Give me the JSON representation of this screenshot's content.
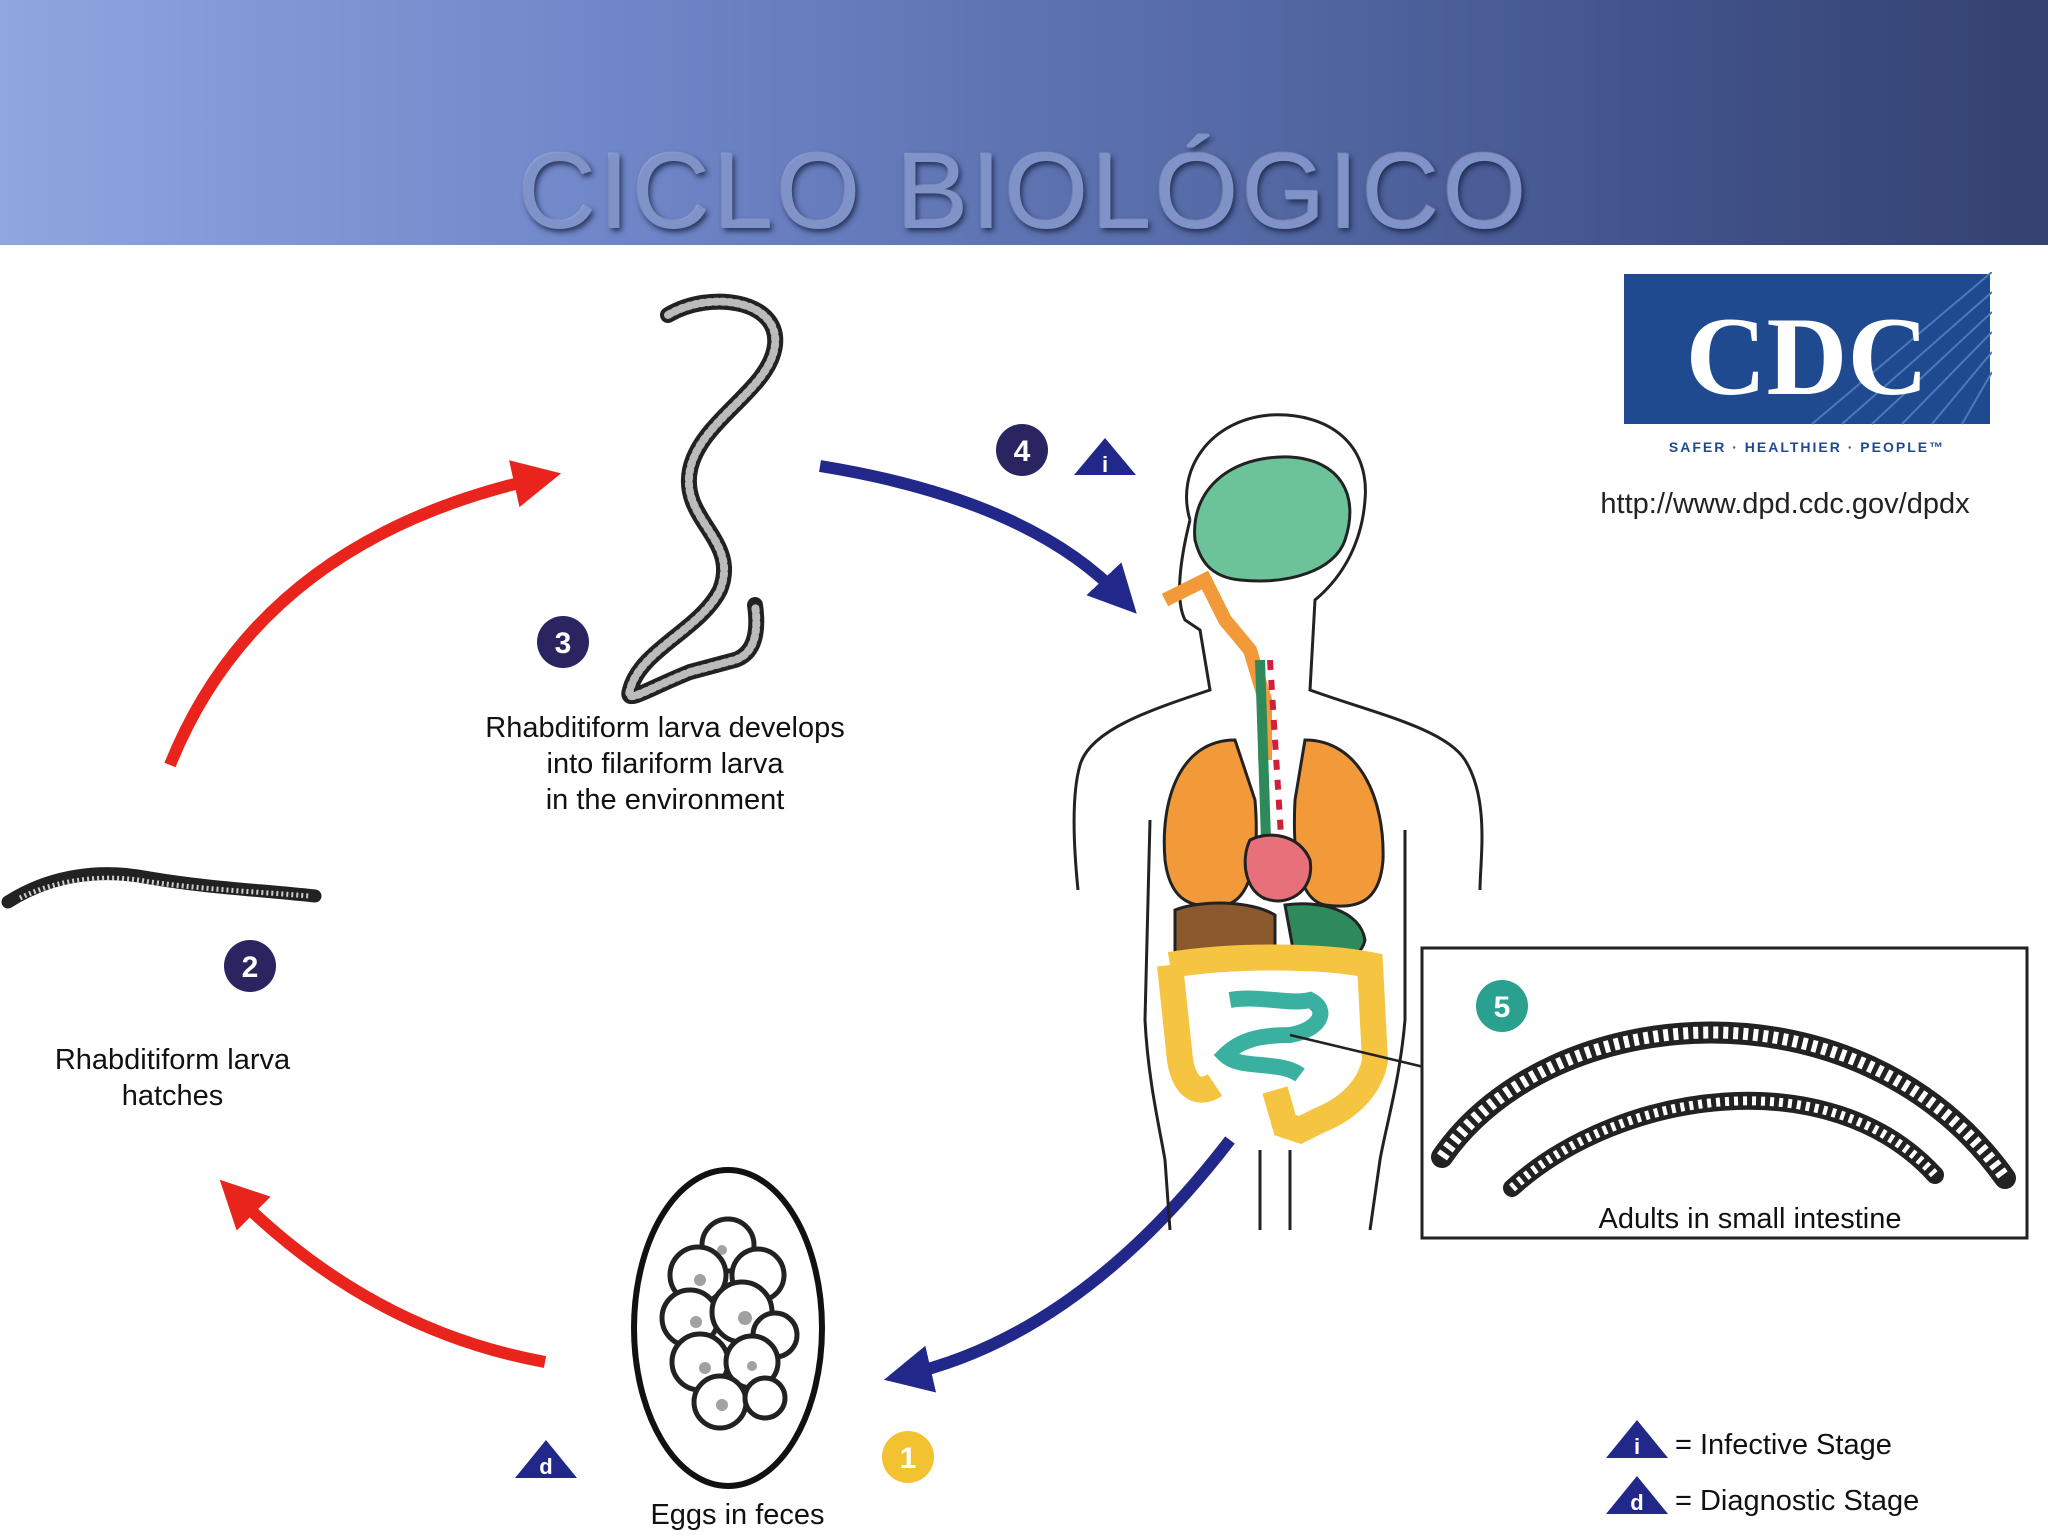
{
  "title": "CICLO BIOLÓGICO",
  "logo": {
    "letters": "CDC",
    "tagline": "SAFER · HEALTHIER · PEOPLE™",
    "url": "http://www.dpd.cdc.gov/dpdx"
  },
  "stages": [
    {
      "number": "1",
      "color": "#f2c230",
      "lines": [
        "Eggs in feces"
      ]
    },
    {
      "number": "2",
      "color": "#2a2560",
      "lines": [
        "Rhabditiform larva",
        "hatches"
      ]
    },
    {
      "number": "3",
      "color": "#2a2560",
      "lines": [
        "Rhabditiform larva develops",
        "into filariform larva",
        "in the environment"
      ]
    },
    {
      "number": "4",
      "color": "#2a2560",
      "lines": []
    },
    {
      "number": "5",
      "color": "#2aa08e",
      "lines": [
        "Adults in small intestine"
      ]
    }
  ],
  "markers": {
    "infective": "i",
    "diagnostic": "d"
  },
  "legend": [
    {
      "symbol": "i",
      "text": "= Infective Stage"
    },
    {
      "symbol": "d",
      "text": "= Diagnostic Stage"
    }
  ],
  "colors": {
    "red_arrow": "#e8241c",
    "blue_arrow": "#22288a",
    "marker": "#22288a"
  }
}
